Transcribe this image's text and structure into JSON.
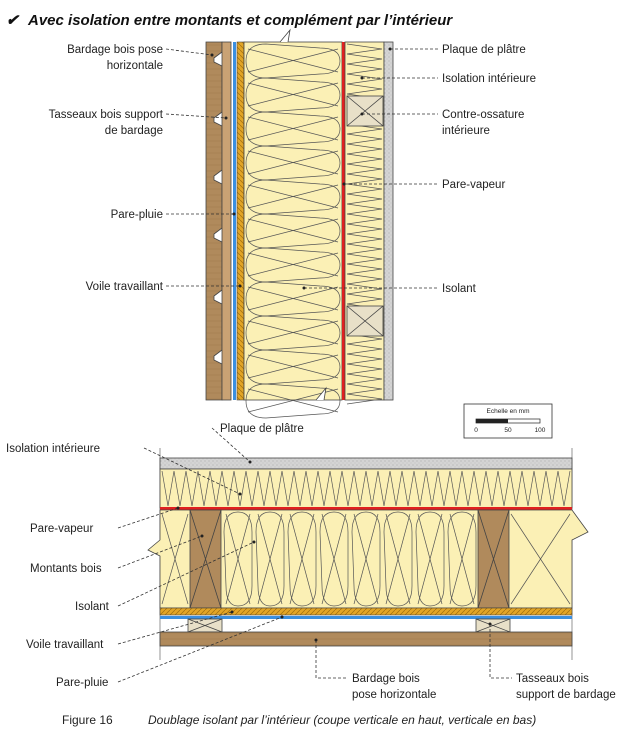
{
  "heading": "Avec isolation entre montants et complément par l’intérieur",
  "heading_mark": "✔",
  "top_section": {
    "labels_left": {
      "bardage_line1": "Bardage bois pose",
      "bardage_line2": "horizontale",
      "tasseaux_line1": "Tasseaux bois support",
      "tasseaux_line2": "de bardage",
      "pare_pluie": "Pare-pluie",
      "voile": "Voile travaillant"
    },
    "labels_right": {
      "plaque": "Plaque de plâtre",
      "isolation_int": "Isolation intérieure",
      "contre_line1": "Contre-ossature",
      "contre_line2": "intérieure",
      "pare_vapeur": "Pare-vapeur",
      "isolant": "Isolant"
    }
  },
  "scale_bar": {
    "title": "Echelle en mm",
    "ticks": [
      "0",
      "50",
      "100"
    ]
  },
  "bottom_section": {
    "labels_left": {
      "plaque": "Plaque de plâtre",
      "isolation_int": "Isolation intérieure",
      "pare_vapeur": "Pare-vapeur",
      "montants": "Montants bois",
      "isolant": "Isolant",
      "voile": "Voile travaillant",
      "pare_pluie": "Pare-pluie"
    },
    "labels_bottom": {
      "bardage_line1": "Bardage bois",
      "bardage_line2": "pose horizontale",
      "tasseaux_line1": "Tasseaux bois",
      "tasseaux_line2": "support de bardage"
    }
  },
  "caption": {
    "number": "Figure 16",
    "text": "Doublage isolant par l’intérieur (coupe verticale en haut, verticale en bas)"
  },
  "colors": {
    "insulation": "#fbf0b5",
    "wood": "#b08a5c",
    "osb": "#e2a526",
    "rain_barrier": "#3b8fe0",
    "vapour_barrier": "#e02020",
    "plaster": "#cfcfcf"
  }
}
